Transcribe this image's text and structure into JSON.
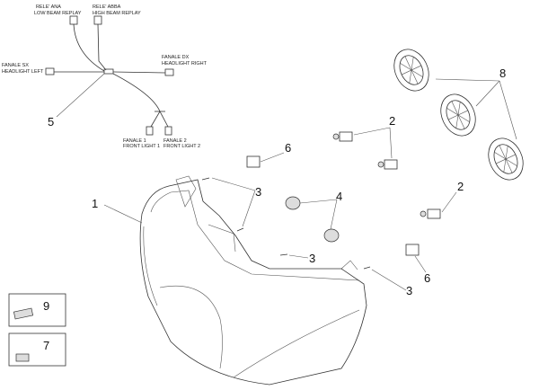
{
  "wiring": {
    "low_beam": [
      "RELE' ANA",
      "LOW BEAM REPLAY"
    ],
    "high_beam": [
      "RELE' ABBA",
      "HIGH BEAM REPLAY"
    ],
    "headlight_left": [
      "FANALE SX",
      "HEADLIGHT LEFT"
    ],
    "headlight_right": [
      "FANALE DX",
      "HEADLIGHT RIGHT"
    ],
    "front_light_1": [
      "FANALE 1",
      "FRONT LIGHT 1"
    ],
    "front_light_2": [
      "FANALE 2",
      "FRONT LIGHT 2"
    ]
  },
  "callouts": {
    "headlight": "1",
    "bulb_a": "2",
    "bulb_b": "2",
    "screw_a": "3",
    "screw_b": "3",
    "screw_c": "3",
    "grommet": "4",
    "wiring_harness": "5",
    "clip_a": "6",
    "clip_b": "6",
    "clip_box": "7",
    "bulb_cover": "8",
    "pad_box": "9"
  }
}
